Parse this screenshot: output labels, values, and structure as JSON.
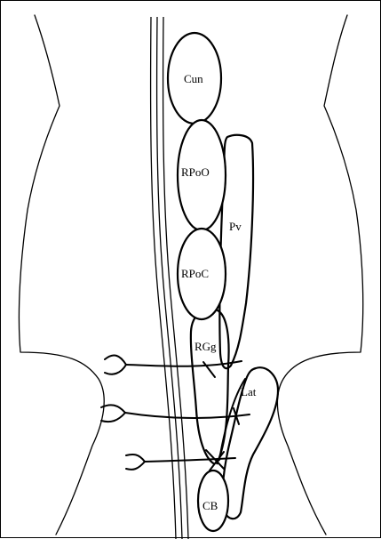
{
  "labels": {
    "cun": "Cun",
    "rpoo": "RPoO",
    "rpoc": "RPoC",
    "pv": "Pv",
    "rgg": "RGg",
    "lat": "Lat",
    "cb": "CB"
  },
  "colors": {
    "stroke": "#000000",
    "background": "#ffffff"
  }
}
